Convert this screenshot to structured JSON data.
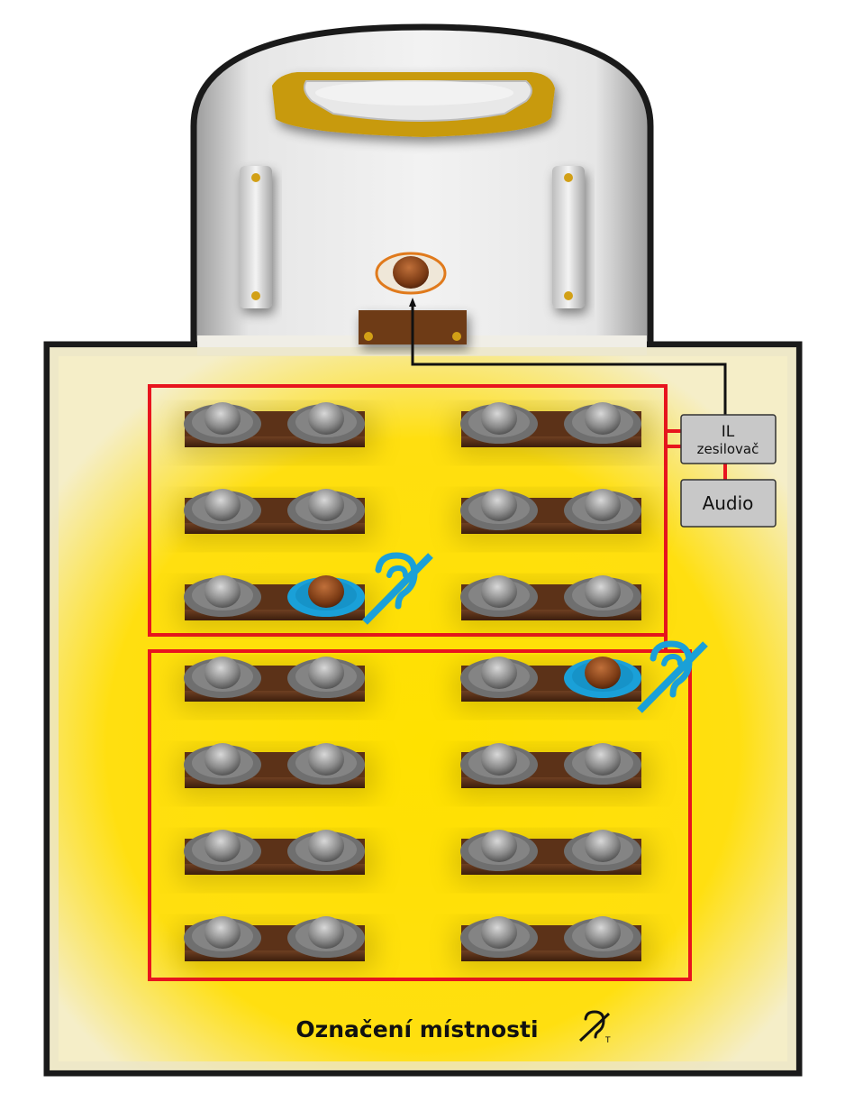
{
  "diagram": {
    "amplifier_label_line1": "IL",
    "amplifier_label_line2": "zesilovač",
    "audio_label": "Audio",
    "room_sign_label": "Označení místnosti"
  },
  "layout": {
    "rows_per_zone": [
      3,
      4
    ],
    "seats_per_row": 2,
    "columns": 2,
    "highlighted_seats": [
      {
        "zone": 0,
        "row": 2,
        "col": 0,
        "seat": 1
      },
      {
        "zone": 1,
        "row": 0,
        "col": 1,
        "seat": 1
      }
    ]
  },
  "colors": {
    "floor_yellow": "#ffe000",
    "loop_red": "#e8141e",
    "pew_brown": "#5c3218",
    "hearing_blue": "#1aa0d8",
    "wall_dark": "#1a1a1a",
    "altar_gold": "#c89a10"
  },
  "icons": [
    "hearing-loop-icon",
    "hearing-loop-t-icon",
    "head-icon",
    "altar-icon",
    "lectern-icon"
  ]
}
